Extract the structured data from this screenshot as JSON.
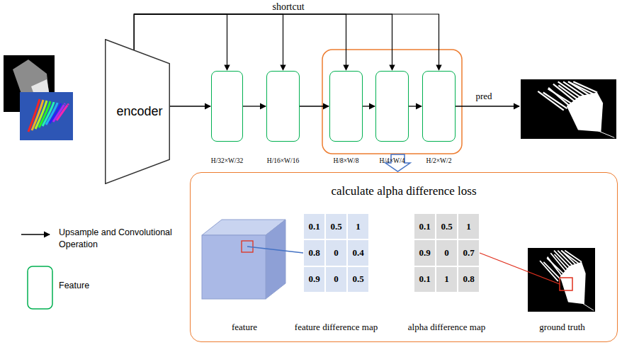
{
  "diagram": {
    "nodes": [
      {
        "text": [
          "encoder"
        ]
      },
      {
        "text": [
          "H/32×W/32"
        ]
      },
      {
        "text": [
          "H/16×W/16"
        ]
      },
      {
        "text": [
          "H/8×W/8"
        ]
      },
      {
        "text": [
          "H/4×W/4"
        ]
      },
      {
        "text": [
          "H/2×W/2"
        ]
      },
      {
        "text": [
          "calculate alpha difference loss"
        ]
      },
      {
        "text": [
          "feature"
        ],
        "in": 6
      },
      {
        "text": [
          "feature difference map"
        ],
        "in": 6
      },
      {
        "text": [
          "alpha difference map"
        ],
        "in": 6
      },
      {
        "text": [
          "ground truth"
        ],
        "in": 6
      }
    ],
    "edges": [
      {
        "from": 0,
        "to": 1,
        "arrow": "to"
      },
      {
        "from": 1,
        "to": 2,
        "arrow": "to"
      },
      {
        "from": 2,
        "to": 3,
        "arrow": "to"
      },
      {
        "from": 3,
        "to": 4,
        "arrow": "to"
      },
      {
        "from": 4,
        "to": 5,
        "arrow": "to"
      },
      {
        "from": 0,
        "to": 1,
        "arrow": "to"
      },
      {
        "from": 0,
        "to": 2,
        "arrow": "to"
      },
      {
        "from": 0,
        "to": 3,
        "arrow": "to"
      },
      {
        "from": 0,
        "to": 4,
        "arrow": "to"
      },
      {
        "from": 0,
        "to": 5,
        "arrow": "to"
      },
      {
        "from": 7,
        "to": 8,
        "arrow": "none"
      },
      {
        "from": 9,
        "to": 10,
        "arrow": "none"
      }
    ],
    "labels": [
      "shortcut",
      "pred",
      "0.1",
      "0.5",
      "1",
      "0.8",
      "0",
      "0.4",
      "0.9",
      "0",
      "0.5",
      "0.1",
      "0.5",
      "1",
      "0.9",
      "0",
      "0.7",
      "0.1",
      "1",
      "0.8"
    ],
    "legend": [
      {
        "text": "Upsample and Convolutional Operation"
      },
      {
        "text": "Feature"
      }
    ]
  }
}
